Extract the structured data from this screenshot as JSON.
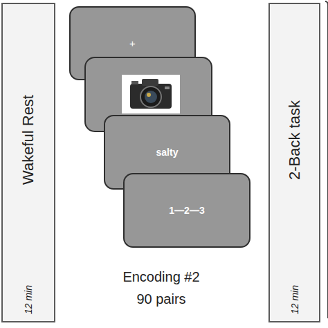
{
  "diagram": {
    "nodes": [
      {
        "text": [
          "Wakeful Rest",
          "12 min"
        ]
      },
      {
        "text": [
          "+"
        ]
      },
      {
        "text": [
          "salty"
        ]
      },
      {
        "text": [
          "1—2—3"
        ]
      },
      {
        "text": [
          "2-Back task",
          "12 min"
        ]
      }
    ],
    "labels": [
      "Encoding #2",
      "90 pairs"
    ]
  }
}
